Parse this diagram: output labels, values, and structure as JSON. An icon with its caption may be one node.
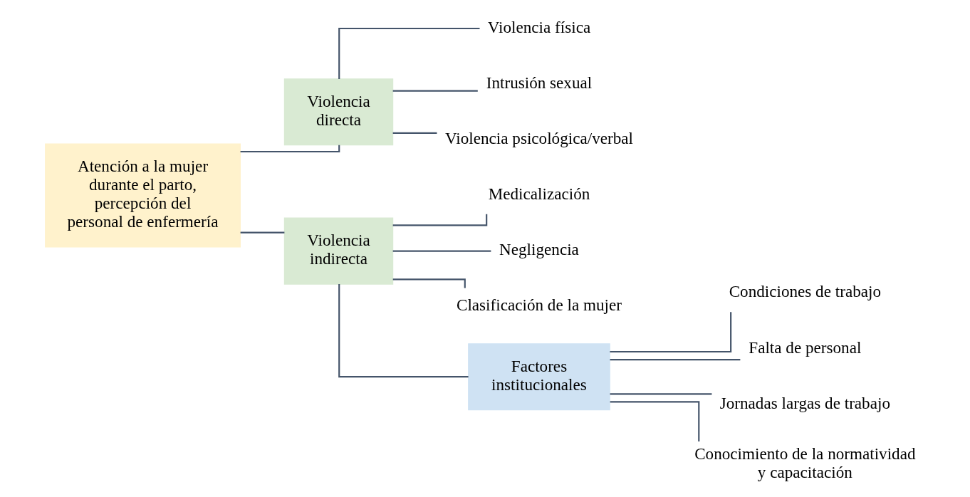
{
  "diagram": {
    "nodes": [
      {
        "text": [
          "Atención a la mujer durante el parto, percepción del personal de enfermería"
        ]
      },
      {
        "text": [
          "Violencia directa"
        ]
      },
      {
        "text": [
          "Violencia física"
        ]
      },
      {
        "text": [
          "Intrusión sexual"
        ]
      },
      {
        "text": [
          "Violencia psicológica/verbal"
        ]
      },
      {
        "text": [
          "Violencia indirecta"
        ]
      },
      {
        "text": [
          "Medicalización"
        ]
      },
      {
        "text": [
          "Negligencia"
        ]
      },
      {
        "text": [
          "Clasificación de la mujer"
        ]
      },
      {
        "text": [
          "Factores institucionales"
        ]
      },
      {
        "text": [
          "Condiciones de trabajo"
        ]
      },
      {
        "text": [
          "Falta de personal"
        ]
      },
      {
        "text": [
          "Jornadas largas de trabajo"
        ]
      },
      {
        "text": [
          "Conocimiento de la normatividad y capacitación"
        ]
      }
    ],
    "edges": [
      {
        "from": 0,
        "to": 1,
        "arrow": "none"
      },
      {
        "from": 0,
        "to": 5,
        "arrow": "none"
      },
      {
        "from": 1,
        "to": 2,
        "arrow": "none"
      },
      {
        "from": 1,
        "to": 3,
        "arrow": "none"
      },
      {
        "from": 1,
        "to": 4,
        "arrow": "none"
      },
      {
        "from": 5,
        "to": 6,
        "arrow": "none"
      },
      {
        "from": 5,
        "to": 7,
        "arrow": "none"
      },
      {
        "from": 5,
        "to": 8,
        "arrow": "none"
      },
      {
        "from": 5,
        "to": 9,
        "arrow": "none"
      },
      {
        "from": 9,
        "to": 10,
        "arrow": "none"
      },
      {
        "from": 9,
        "to": 11,
        "arrow": "none"
      },
      {
        "from": 9,
        "to": 12,
        "arrow": "none"
      },
      {
        "from": 9,
        "to": 13,
        "arrow": "none"
      }
    ]
  }
}
